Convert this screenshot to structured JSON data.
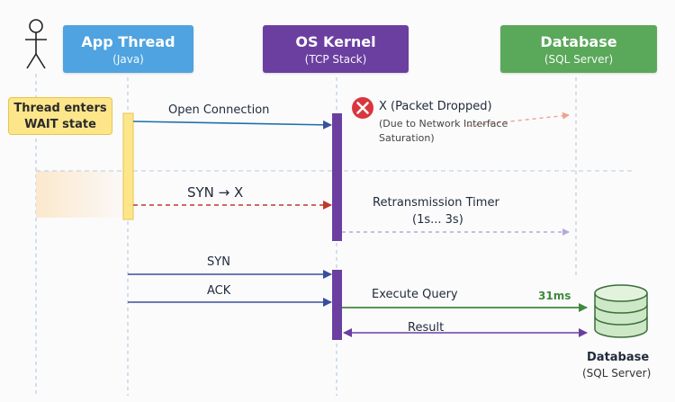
{
  "participants": {
    "app": {
      "title": "App Thread",
      "subtitle": "(Java)",
      "color": "#4fa3e0"
    },
    "kernel": {
      "title": "OS Kernel",
      "subtitle": "(TCP Stack)",
      "color": "#6b3fa0"
    },
    "db": {
      "title": "Database",
      "subtitle": "(SQL Server)",
      "color": "#5aa85a"
    }
  },
  "note": {
    "line1": "Thread enters",
    "line2": "WAIT state"
  },
  "messages": {
    "open": "Open Connection",
    "syn_x": "SYN → X",
    "retrans_1": "Retransmission Timer",
    "retrans_2": "(1s... 3s)",
    "syn": "SYN",
    "ack": "ACK",
    "query": "Execute Query",
    "query_time": "31ms",
    "result": "Result"
  },
  "drop": {
    "icon": "x-icon",
    "title": "X (Packet Dropped)",
    "detail_1": "(Due to Network Interface",
    "detail_2": "Saturation)"
  },
  "database_icon": {
    "title": "Database",
    "subtitle": "(SQL Server)"
  },
  "colors": {
    "blue": "#1f6fa8",
    "red": "#c0392b",
    "green": "#3e8a3e",
    "purple": "#6b3fa0",
    "lifeline": "#a9c3dc"
  }
}
